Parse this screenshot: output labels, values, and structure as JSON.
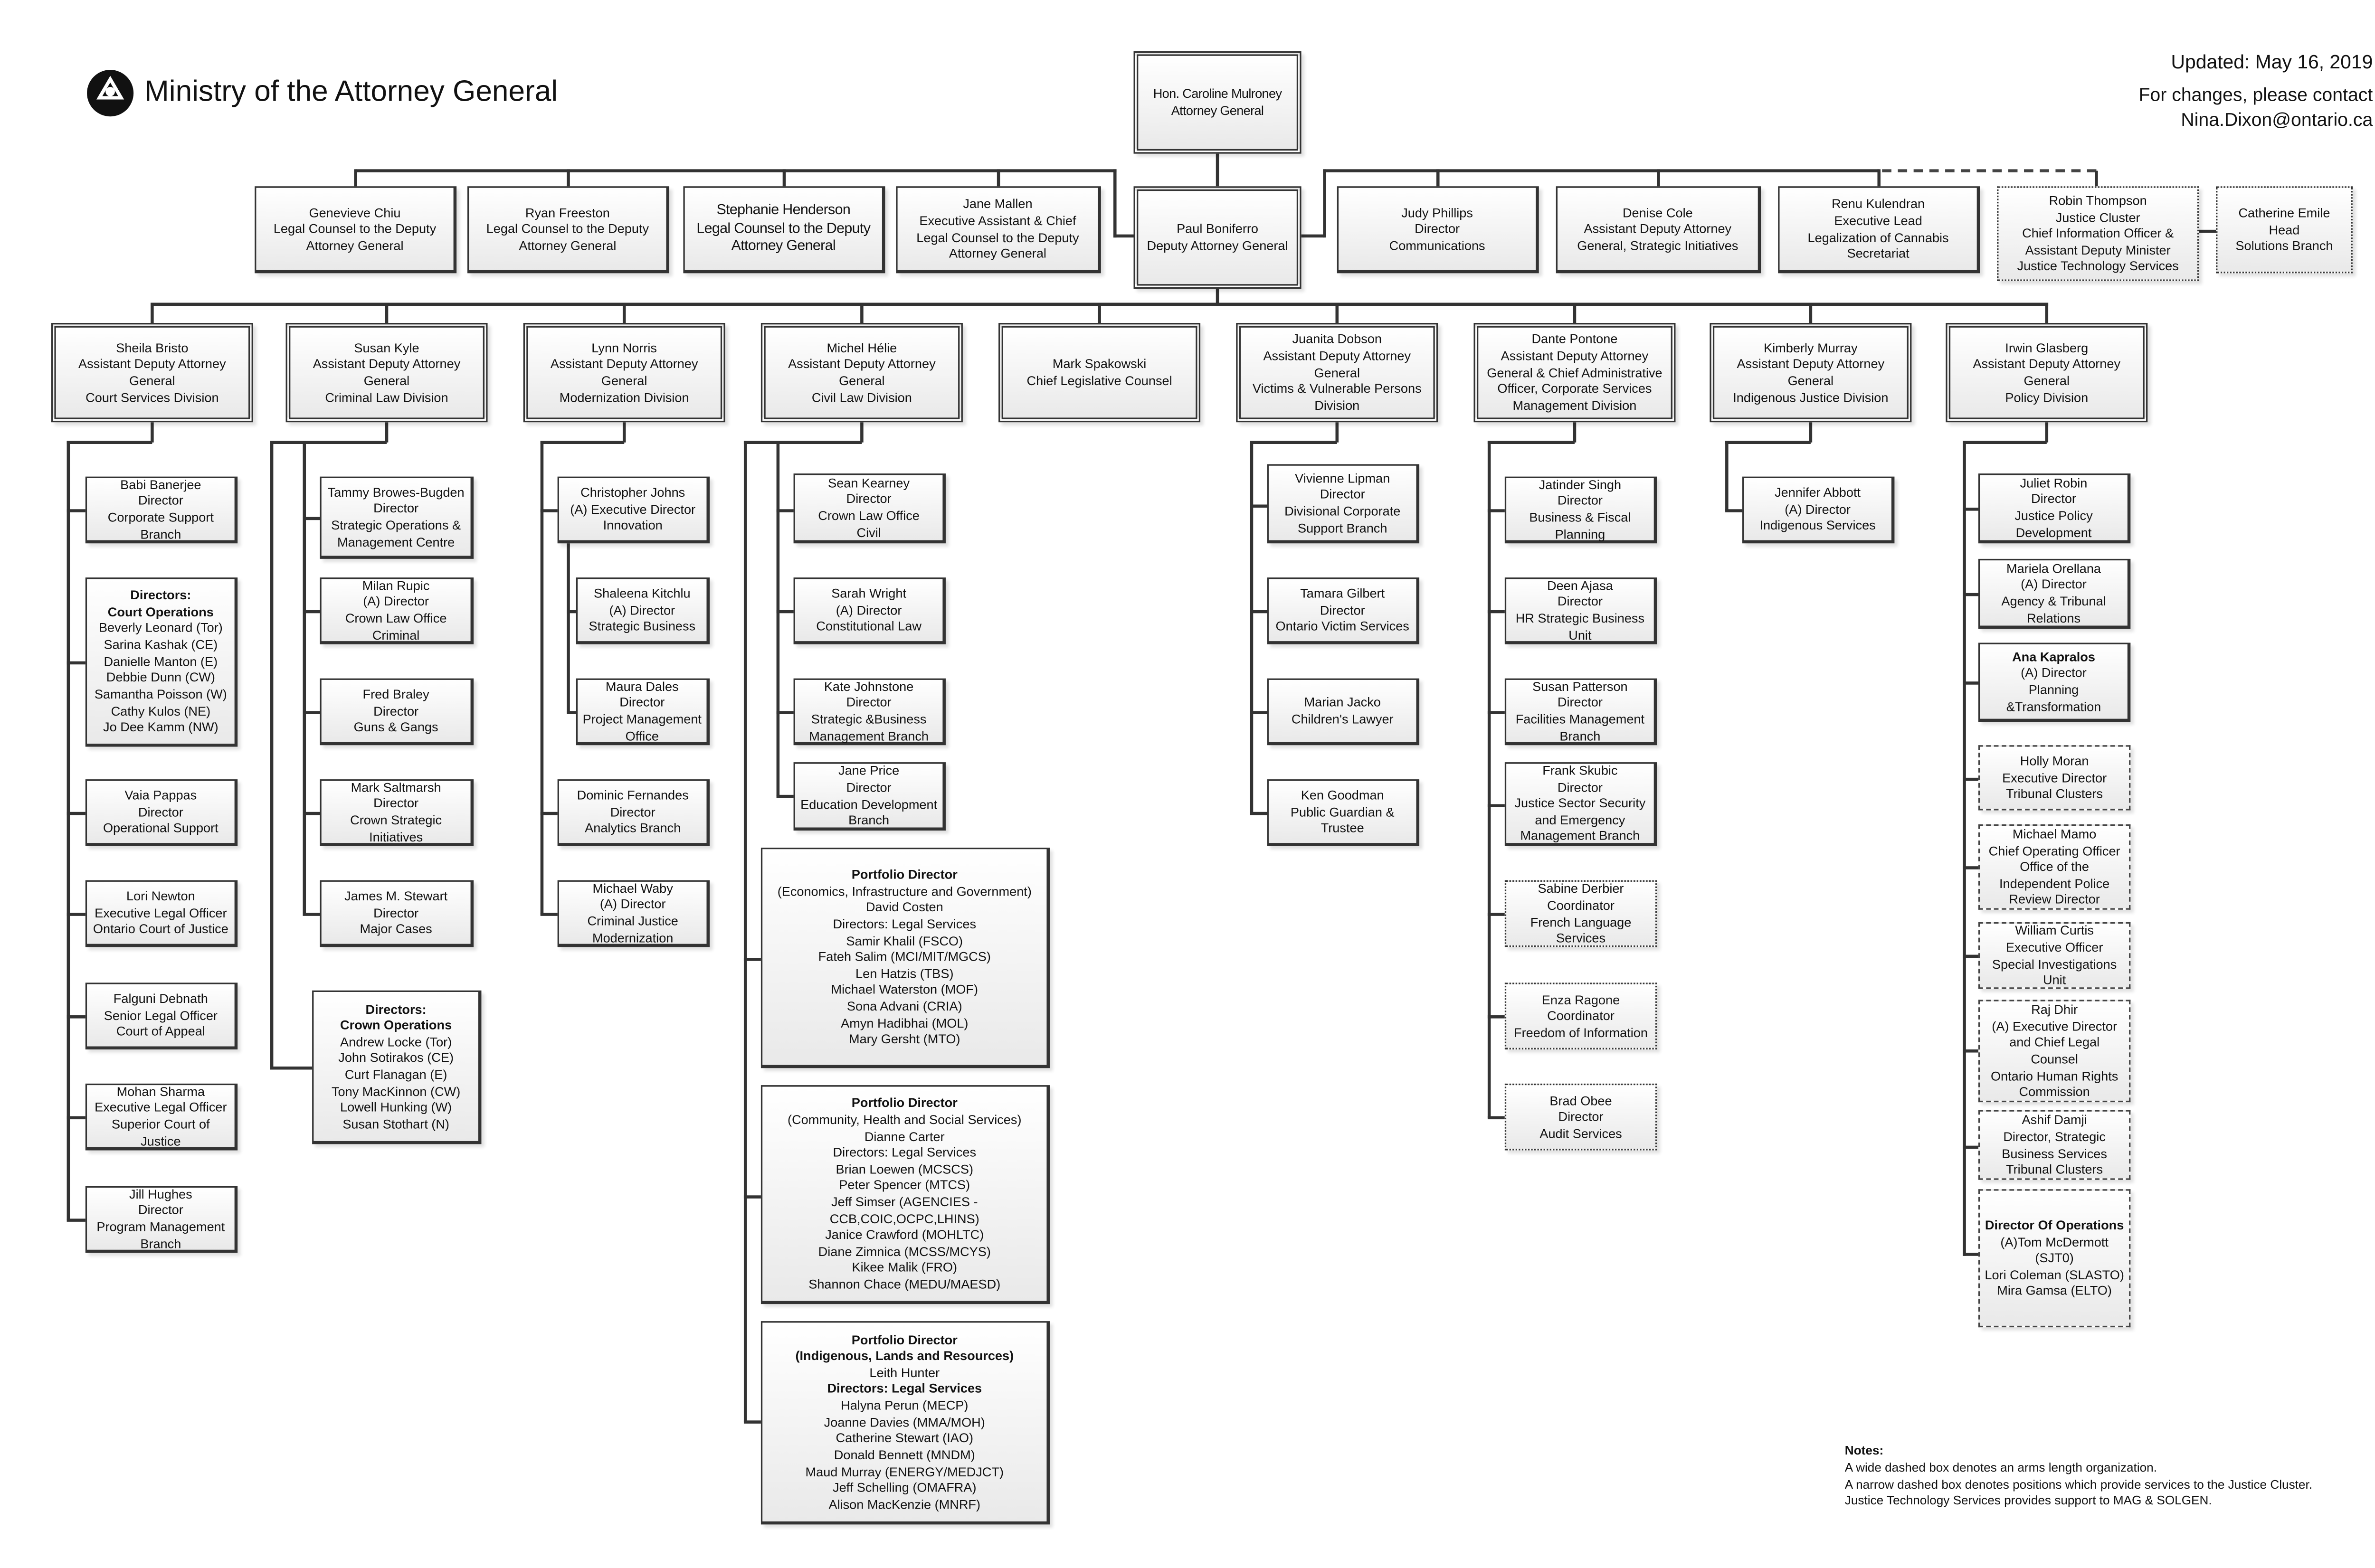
{
  "header": {
    "title": "Ministry of the Attorney General",
    "updated": "Updated: May 16, 2019",
    "contact": "For changes, please contact",
    "email": "Nina.Dixon@ontario.ca",
    "logo_icon": "ontario-trillium-logo"
  },
  "notes": {
    "heading": "Notes:",
    "lines": [
      "A wide dashed box denotes an arms length organization.",
      "A narrow dashed box denotes positions which provide services to the Justice Cluster.",
      "Justice Technology Services provides support to MAG & SOLGEN."
    ]
  },
  "minister": "Hon. Caroline Mulroney\nAttorney General",
  "deputy": "Paul Boniferro\nDeputy Attorney General",
  "row2": [
    "Genevieve Chiu\nLegal Counsel to the Deputy\nAttorney General",
    "Ryan Freeston\nLegal Counsel to the Deputy\nAttorney General",
    "Stephanie Henderson\nLegal Counsel to the Deputy\nAttorney General",
    "Jane Mallen\nExecutive Assistant & Chief\nLegal Counsel to the Deputy\nAttorney General",
    "Judy Phillips\nDirector\nCommunications",
    "Denise Cole\nAssistant Deputy Attorney\nGeneral, Strategic Initiatives",
    "Renu Kulendran\nExecutive Lead\nLegalization of Cannabis\nSecretariat",
    "Robin Thompson\nJustice Cluster\nChief Information Officer &\nAssistant Deputy Minister\nJustice Technology Services",
    "Catherine Emile\nHead\nSolutions Branch"
  ],
  "adm": [
    "Sheila Bristo\nAssistant Deputy Attorney\nGeneral\nCourt Services Division",
    "Susan Kyle\nAssistant Deputy Attorney\nGeneral\nCriminal Law Division",
    "Lynn Norris\nAssistant Deputy Attorney\nGeneral\nModernization Division",
    "Michel Hélie\nAssistant Deputy Attorney\nGeneral\nCivil Law Division",
    "Mark Spakowski\nChief Legislative Counsel",
    "Juanita Dobson\nAssistant Deputy Attorney\nGeneral\nVictims & Vulnerable Persons\nDivision",
    "Dante Pontone\nAssistant Deputy Attorney\nGeneral & Chief Administrative\nOfficer, Corporate Services\nManagement Division",
    "Kimberly Murray\nAssistant Deputy Attorney\nGeneral\nIndigenous Justice Division",
    "Irwin Glasberg\nAssistant Deputy Attorney\nGeneral\nPolicy Division"
  ],
  "court": [
    "Babi Banerjee\nDirector\nCorporate Support\nBranch",
    "Vaia Pappas\nDirector\nOperational Support",
    "Lori Newton\nExecutive Legal Officer\nOntario Court of Justice",
    "Falguni Debnath\nSenior Legal Officer\nCourt of Appeal",
    "Mohan Sharma\nExecutive Legal Officer\nSuperior Court of\nJustice",
    "Jill Hughes\nDirector\nProgram Management\nBranch"
  ],
  "court_ops": {
    "title": "Directors:\nCourt Operations",
    "body": "Beverly Leonard (Tor)\nSarina Kashak (CE)\nDanielle Manton (E)\nDebbie Dunn  (CW)\nSamantha Poisson (W)\nCathy Kulos (NE)\nJo Dee Kamm (NW)"
  },
  "criminal": [
    "Tammy Browes-Bugden\nDirector\nStrategic Operations &\nManagement Centre",
    "Milan Rupic\n(A) Director\nCrown Law Office\nCriminal",
    "Fred Braley\nDirector\nGuns & Gangs",
    "Mark Saltmarsh\nDirector\nCrown Strategic\nInitiatives",
    "James M. Stewart\nDirector\nMajor Cases"
  ],
  "crown_ops": {
    "title": "Directors:\nCrown Operations",
    "body": "Andrew Locke (Tor)\nJohn Sotirakos (CE)\nCurt Flanagan (E)\nTony MacKinnon (CW)\nLowell Hunking (W)\nSusan Stothart (N)"
  },
  "modern": [
    "Christopher Johns\n(A) Executive Director\nInnovation",
    "Shaleena Kitchlu\n(A) Director\nStrategic Business",
    "Maura Dales\nDirector\nProject Management\nOffice",
    "Dominic Fernandes\nDirector\nAnalytics Branch",
    "Michael Waby\n(A) Director\nCriminal Justice\nModernization"
  ],
  "civil": [
    "Sean Kearney\nDirector\nCrown Law Office\nCivil",
    "Sarah Wright\n(A) Director\nConstitutional Law",
    "Kate Johnstone\nDirector\nStrategic &Business\nManagement Branch",
    "Jane Price\nDirector\nEducation Development\nBranch"
  ],
  "portfolio": [
    {
      "title": "Portfolio Director",
      "body": "(Economics, Infrastructure and Government)\nDavid Costen\nDirectors: Legal Services\nSamir Khalil (FSCO)\nFateh Salim (MCI/MIT/MGCS)\nLen Hatzis (TBS)\nMichael Waterston (MOF)\nSona Advani (CRIA)\nAmyn Hadibhai (MOL)\nMary Gersht (MTO)"
    },
    {
      "title": "Portfolio Director",
      "body": "(Community, Health and Social Services)\nDianne Carter\nDirectors: Legal Services\nBrian Loewen (MCSCS)\nPeter Spencer (MTCS)\nJeff Simser (AGENCIES -\nCCB,COIC,OCPC,LHINS)\nJanice Crawford (MOHLTC)\nDiane Zimnica (MCSS/MCYS)\nKikee Malik (FRO)\nShannon Chace (MEDU/MAESD)"
    },
    {
      "title": "Portfolio Director\n(Indigenous, Lands and Resources)",
      "name": "Leith Hunter",
      "sub": "Directors: Legal Services",
      "body": "Halyna Perun (MECP)\nJoanne Davies (MMA/MOH)\nCatherine Stewart (IAO)\nDonald Bennett (MNDM)\nMaud Murray (ENERGY/MEDJCT)\nJeff Schelling (OMAFRA)\nAlison MacKenzie (MNRF)"
    }
  ],
  "victims": [
    "Vivienne Lipman\nDirector\nDivisional Corporate\nSupport Branch",
    "Tamara Gilbert\nDirector\nOntario Victim Services",
    "Marian Jacko\nChildren's Lawyer",
    "Ken Goodman\nPublic Guardian &\nTrustee"
  ],
  "corporate": [
    "Jatinder Singh\nDirector\nBusiness & Fiscal\nPlanning",
    "Deen Ajasa\nDirector\nHR Strategic Business\nUnit",
    "Susan Patterson\nDirector\nFacilities Management\nBranch",
    "Frank Skubic\nDirector\nJustice Sector Security\nand Emergency\nManagement Branch",
    "Sabine Derbier\nCoordinator\nFrench Language\nServices",
    "Enza Ragone\nCoordinator\nFreedom of Information",
    "Brad Obee\nDirector\nAudit Services"
  ],
  "indigenous": [
    "Jennifer Abbott\n(A) Director\nIndigenous Services"
  ],
  "policy": [
    "Juliet Robin\nDirector\nJustice Policy\nDevelopment",
    "Mariela Orellana\n(A) Director\nAgency & Tribunal\nRelations",
    "Holly Moran\nExecutive Director\nTribunal Clusters",
    "Michael Mamo\nChief Operating Officer\nOffice of the\nIndependent Police\nReview Director",
    "William Curtis\nExecutive Officer\nSpecial Investigations\nUnit",
    "Raj Dhir\n(A) Executive Director\nand Chief Legal\nCounsel\nOntario Human Rights\nCommission",
    "Ashif Damji\nDirector, Strategic\nBusiness Services\nTribunal Clusters"
  ],
  "ana": {
    "title": "Ana Kapralos",
    "body": "(A) Director\nPlanning\n&Transformation"
  },
  "ops": {
    "title": "Director Of Operations",
    "body": "(A)Tom McDermott\n(SJT0)\nLori Coleman (SLASTO)\nMira Gamsa (ELTO)"
  }
}
